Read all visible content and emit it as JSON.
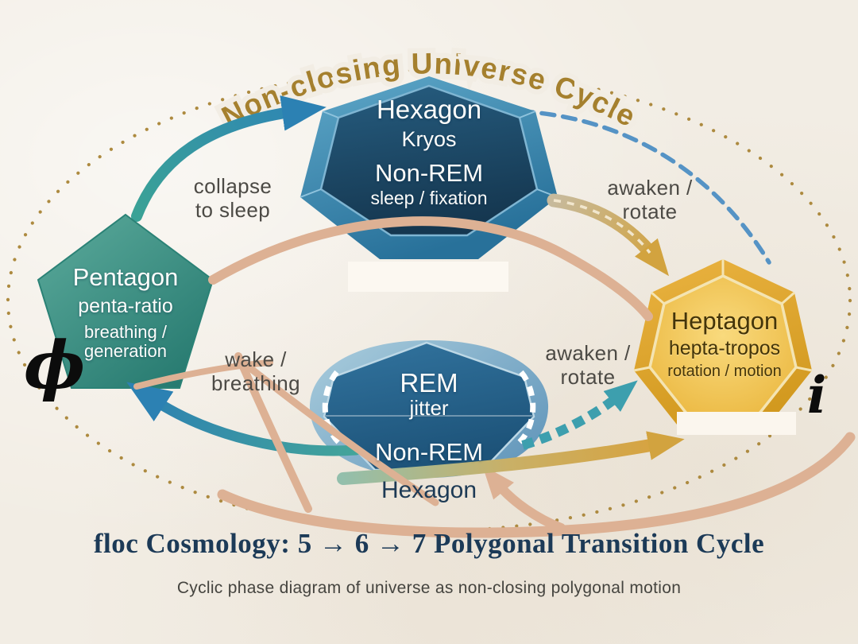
{
  "title": "Non-closing Universe Cycle",
  "ring_symbols": {
    "phi": "ϕ",
    "iota": "i"
  },
  "nodes": {
    "hexagon": {
      "name": "Hexagon",
      "subtitle": "Kryos",
      "state": "Non-REM",
      "caption": "sleep / fixation"
    },
    "pentagon": {
      "name": "Pentagon",
      "subtitle": "penta-ratio",
      "caption_line1": "breathing /",
      "caption_line2": "generation"
    },
    "heptagon": {
      "name": "Heptagon",
      "subtitle": "hepta-tropos",
      "caption": "rotation / motion"
    },
    "rem_hexagon": {
      "state": "REM",
      "subtitle": "jitter",
      "substate": "Non-REM",
      "caption": "Hexagon"
    }
  },
  "edge_labels": {
    "collapse_to_sleep": {
      "line1": "collapse",
      "line2": "to sleep"
    },
    "awaken_rotate_top": {
      "line1": "awaken /",
      "line2": "rotate"
    },
    "wake_breathing": {
      "line1": "wake /",
      "line2": "breathing"
    },
    "awaken_rotate_mid": {
      "line1": "awaken /",
      "line2": "rotate"
    }
  },
  "footer": {
    "heading": "floc Cosmology: 5 → 6 → 7 Polygonal Transition Cycle",
    "subheading": "Cyclic phase diagram of universe as non-closing polygonal motion"
  },
  "colors": {
    "background": "#f2ede4",
    "title_gold": "#a5802e",
    "dot_ring": "#ad8a3f",
    "hexagon_inner": "#1d4a68",
    "hexagon_outer": "#3a85ad",
    "pentagon": "#359184",
    "heptagon": "#eebd4a",
    "rem_inner": "#2a6a94",
    "rem_outer": "#9dc3d6",
    "label_text": "#4c4a45",
    "navy_text": "#1c3a57",
    "tan_stroke": "#ddb194",
    "gold_arrow": "#d4a33b",
    "teal_arrow": "#2f9ca4",
    "blue_dashed": "#5593c5"
  }
}
